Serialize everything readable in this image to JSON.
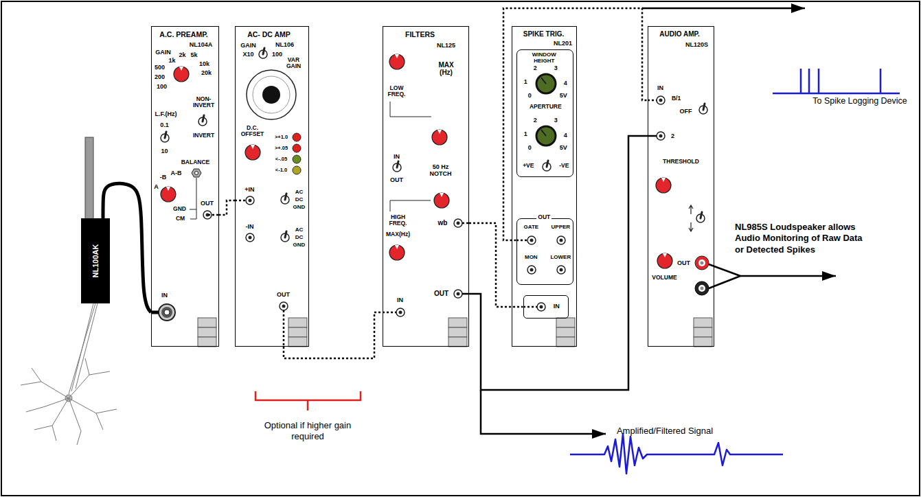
{
  "diagram": {
    "nodes": [
      {
        "text": [
          "NL100AK"
        ]
      },
      {
        "text": [
          "A.C. PREAMP.",
          "NL104A",
          "GAIN",
          "1k",
          "2k",
          "5k",
          "500",
          "10k",
          "200",
          "20k",
          "100",
          "NON- INVERT",
          "INVERT",
          "L.F.(Hz)",
          "0.1",
          "10",
          "BALANCE",
          "-B",
          "A-B",
          "A",
          "GND",
          "CM",
          "IN",
          "OUT"
        ]
      },
      {
        "text": [
          "AC- DC AMP",
          "NL106",
          "GAIN",
          "X10",
          "100",
          "VAR GAIN",
          "D.C. OFFSET",
          ">+1.0",
          ">+.05",
          "<-.05",
          "<-1.0",
          "+IN",
          "AC",
          "DC",
          "GND",
          "-IN",
          "AC",
          "DC",
          "GND",
          "OUT"
        ]
      },
      {
        "text": [
          "FILTERS",
          "NL125",
          "MAX (Hz)",
          "LOW FREQ.",
          "IN",
          "50 Hz NOTCH",
          "OUT",
          "HIGH FREQ.",
          "MAX(Hz)",
          "wb",
          "OUT",
          "IN"
        ]
      },
      {
        "text": [
          "SPIKE TRIG.",
          "NL201"
        ]
      },
      {
        "text": [
          "WINDOW HEIGHT",
          "0",
          "1",
          "2",
          "3",
          "4",
          "5V",
          "APERTURE",
          "0",
          "1",
          "2",
          "3",
          "4",
          "5V",
          "+VE",
          "-VE"
        ],
        "in": 4
      },
      {
        "text": [
          "OUT",
          "GATE",
          "UPPER",
          "MON",
          "LOWER"
        ],
        "in": 4
      },
      {
        "text": [
          "IN"
        ],
        "in": 4
      },
      {
        "text": [
          "AUDIO AMP.",
          "NL120S",
          "IN",
          "B/1",
          "OFF",
          "2",
          "THRESHOLD",
          "VOLUME",
          "OUT"
        ]
      }
    ],
    "edges": [
      {
        "from": 0,
        "to": 1,
        "arrow": "none"
      },
      {
        "from": 1,
        "to": 2,
        "arrow": "none"
      },
      {
        "from": 2,
        "to": 3,
        "arrow": "none"
      },
      {
        "from": 3,
        "to": 7,
        "arrow": "none"
      },
      {
        "from": 6,
        "to": 8,
        "arrow": "none"
      },
      {
        "from": 3,
        "to": 8,
        "arrow": "none"
      }
    ],
    "labels": [
      "Optional if higher gain required",
      "To Spike Logging Device",
      "Amplified/Filtered Signal",
      "NL985S Loudspeaker allows Audio Monitoring of Raw Data or Detected Spikes"
    ]
  }
}
